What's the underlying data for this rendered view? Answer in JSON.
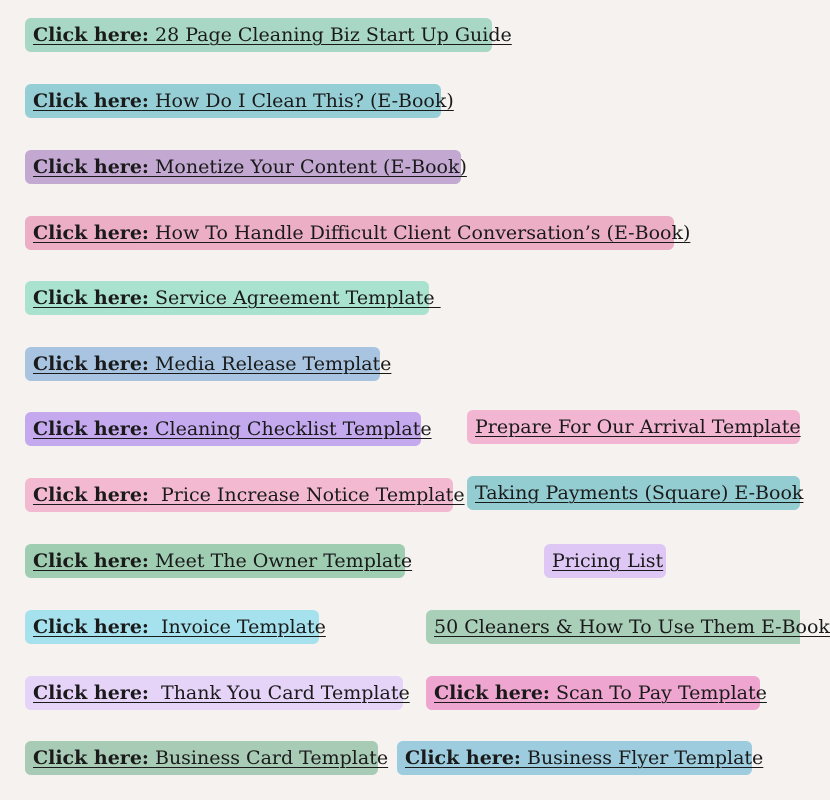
{
  "page": {
    "background": "#f5f2f0"
  },
  "buttons": [
    {
      "lead": "Click here",
      "text": " 28 Page Cleaning Biz Start Up Guide",
      "color": "#a8d8c5"
    },
    {
      "lead": "Click here",
      "text": " How Do I Clean This? (E-Book)",
      "color": "#96ced6"
    },
    {
      "lead": "Click here",
      "text": " Monetize Your Content (E-Book)",
      "color": "#c3a8d2"
    },
    {
      "lead": "Click here",
      "text": " How To Handle Difficult Client Conversation’s (E-Book)",
      "color": "#ebaec5"
    },
    {
      "lead": "Click here",
      "text": " Service Agreement Template ",
      "color": "#a9e3cf"
    },
    {
      "lead": "Click here",
      "text": " Media Release Template",
      "color": "#a8c4e1"
    },
    {
      "lead": "Click here",
      "text": " Cleaning Checklist Template",
      "color": "#c5a9ee"
    },
    {
      "lead": "",
      "text": "Prepare For Our Arrival Template",
      "color": "#f2b6d2"
    },
    {
      "lead": "Click here",
      "text": "  Price Increase Notice Template",
      "color": "#f3b9d0"
    },
    {
      "lead": "",
      "text": "Taking Payments (Square) E-Book",
      "color": "#93ccd1"
    },
    {
      "lead": "Click here",
      "text": " Meet The Owner Template",
      "color": "#9fcdb2"
    },
    {
      "lead": "",
      "text": "Pricing List",
      "color": "#dec7f5"
    },
    {
      "lead": "Click here",
      "text": "  Invoice Template",
      "color": "#a6e1ee"
    },
    {
      "lead": "",
      "text": "50 Cleaners & How To Use Them E-Book",
      "color": "#a9cfb8"
    },
    {
      "lead": "Click here",
      "text": "  Thank You Card Template",
      "color": "#e6d3f8"
    },
    {
      "lead": "Click here",
      "text": " Scan To Pay Template",
      "color": "#eea5cf"
    },
    {
      "lead": "Click here",
      "text": " Business Card Template",
      "color": "#a8cbb5"
    },
    {
      "lead": "Click here",
      "text": " Business Flyer Template",
      "color": "#9cccde"
    }
  ]
}
